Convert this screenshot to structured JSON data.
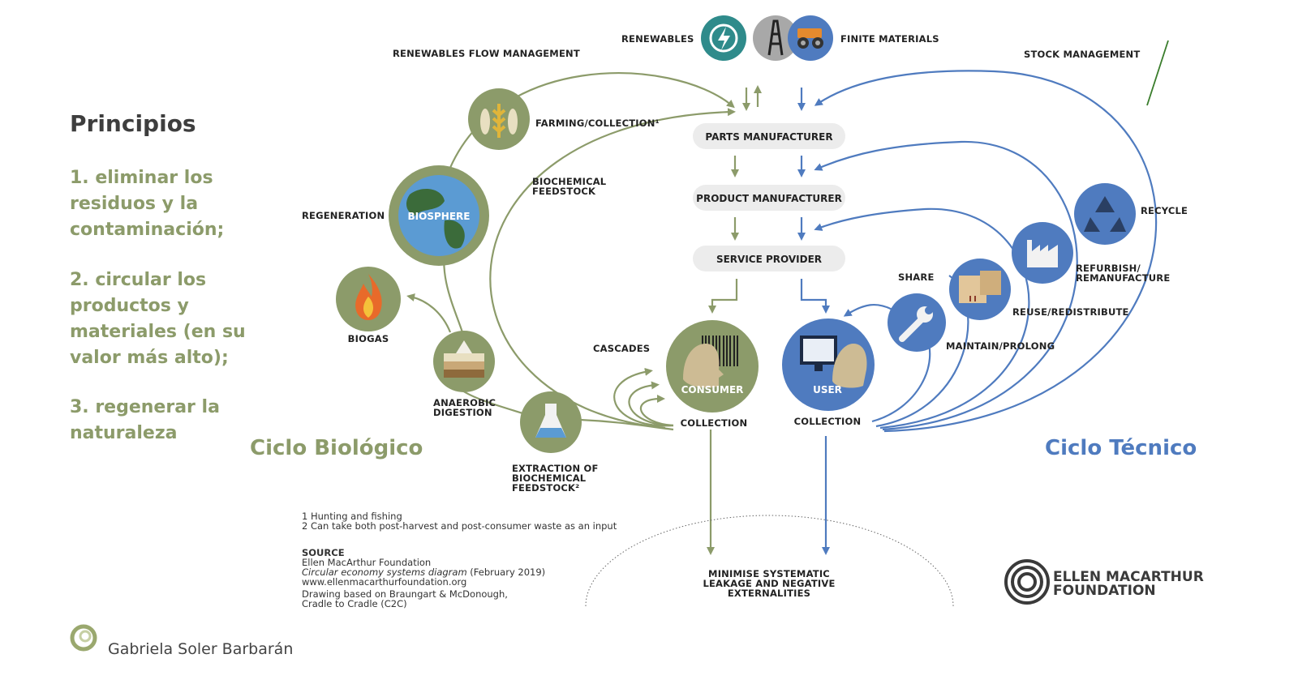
{
  "left_panel": {
    "heading": "Principios",
    "principles": [
      [
        "1. eliminar los",
        "residuos y la",
        "contaminación;"
      ],
      [
        "2. circular los",
        "productos y",
        "materiales (en su",
        "valor más alto);"
      ],
      [
        "3. regenerar la",
        "naturaleza"
      ]
    ],
    "bio_cycle_title": "Ciclo Biológico",
    "tech_cycle_title": "Ciclo Técnico",
    "author": "Gabriela Soler Barbarán"
  },
  "colors": {
    "bio_green": "#8c9b6a",
    "tech_blue": "#4f7bbf",
    "pill_gray": "#ececec",
    "earth_blue": "#5b9bd3"
  },
  "diagram": {
    "top": {
      "renewables": "RENEWABLES",
      "finite_materials": "FINITE MATERIALS",
      "renewables_flow_management": "RENEWABLES FLOW MANAGEMENT",
      "stock_management": "STOCK MANAGEMENT"
    },
    "pills": {
      "parts": "PARTS MANUFACTURER",
      "product": "PRODUCT MANUFACTURER",
      "service": "SERVICE PROVIDER"
    },
    "bio_nodes": {
      "farming": "FARMING/COLLECTION¹",
      "biochemical_feedstock": [
        "BIOCHEMICAL",
        "FEEDSTOCK"
      ],
      "regeneration": "REGENERATION",
      "biosphere": "BIOSPHERE",
      "biogas": "BIOGAS",
      "anaerobic": [
        "ANAEROBIC",
        "DIGESTION"
      ],
      "cascades": "CASCADES",
      "extraction": [
        "EXTRACTION OF",
        "BIOCHEMICAL",
        "FEEDSTOCK²"
      ],
      "consumer": "CONSUMER",
      "collection_bio": "COLLECTION"
    },
    "tech_nodes": {
      "user": "USER",
      "collection_tech": "COLLECTION",
      "share": "SHARE",
      "maintain": "MAINTAIN/PROLONG",
      "reuse": "REUSE/REDISTRIBUTE",
      "refurbish": [
        "REFURBISH/",
        "REMANUFACTURE"
      ],
      "recycle": "RECYCLE"
    },
    "leakage": [
      "MINIMISE SYSTEMATIC",
      "LEAKAGE AND NEGATIVE",
      "EXTERNALITIES"
    ],
    "footnotes": [
      "1 Hunting and fishing",
      "2 Can take both post-harvest and post-consumer waste as an input"
    ],
    "source": {
      "heading": "SOURCE",
      "org": "Ellen MacArthur Foundation",
      "title_italic": "Circular economy systems diagram",
      "title_date": " (February 2019)",
      "url": "www.ellenmacarthurfoundation.org",
      "drawing": [
        "Drawing based on Braungart & McDonough,",
        "Cradle to Cradle (C2C)"
      ]
    },
    "logo": [
      "ELLEN MACARTHUR",
      "FOUNDATION"
    ]
  }
}
